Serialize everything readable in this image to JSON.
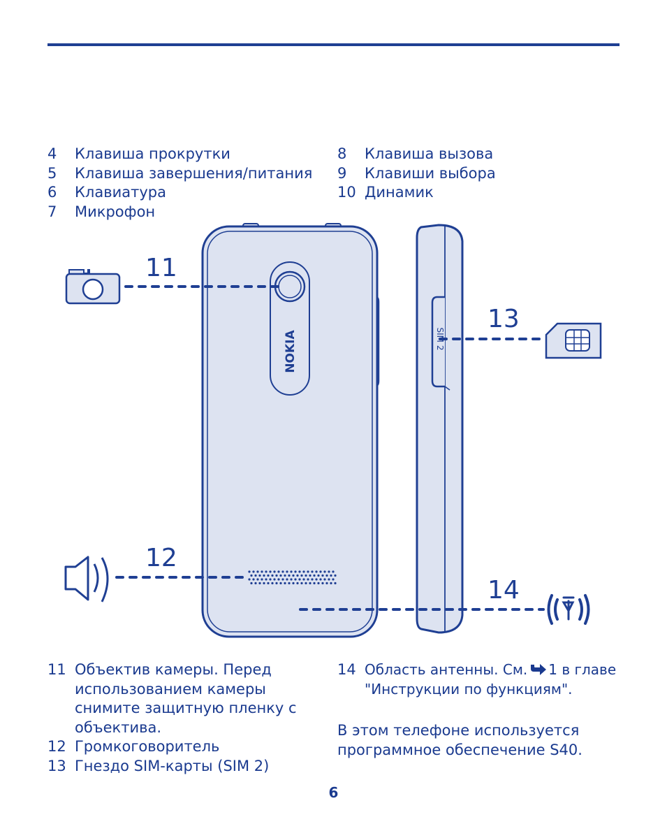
{
  "legend_top_left": [
    {
      "num": "4",
      "text": "Клавиша прокрутки"
    },
    {
      "num": "5",
      "text": "Клавиша завершения/питания"
    },
    {
      "num": "6",
      "text": "Клавиатура"
    },
    {
      "num": "7",
      "text": "Микрофон"
    }
  ],
  "legend_top_right": [
    {
      "num": "8",
      "text": "Клавиша вызова"
    },
    {
      "num": "9",
      "text": "Клавиши выбора"
    },
    {
      "num": "10",
      "text": "Динамик"
    }
  ],
  "callouts": {
    "c11": "11",
    "c12": "12",
    "c13": "13",
    "c14": "14"
  },
  "phone_labels": {
    "brand": "NOKIA",
    "sim_slot": "SIM 2"
  },
  "legend_bottom_left": [
    {
      "num": "11",
      "text": "Объектив камеры. Перед использованием камеры снимите защитную пленку с объектива."
    },
    {
      "num": "12",
      "text": "Громкоговоритель"
    },
    {
      "num": "13",
      "text": "Гнездо SIM-карты (SIM 2)"
    }
  ],
  "legend_bottom_right": {
    "num": "14",
    "text_before": "Область антенны. См.",
    "text_after": "1 в главе \"Инструкции по функциям\"."
  },
  "note": "В этом телефоне используется программное обеспечение S40.",
  "page_number": "6",
  "colors": {
    "text": "#1a3a8f",
    "rule": "#1f3f93",
    "phone_fill": "#dde3f1",
    "phone_stroke": "#1f3f93"
  },
  "icons": [
    "camera-icon",
    "speaker-icon",
    "sim-card-icon",
    "antenna-icon",
    "arrow-right-icon"
  ]
}
